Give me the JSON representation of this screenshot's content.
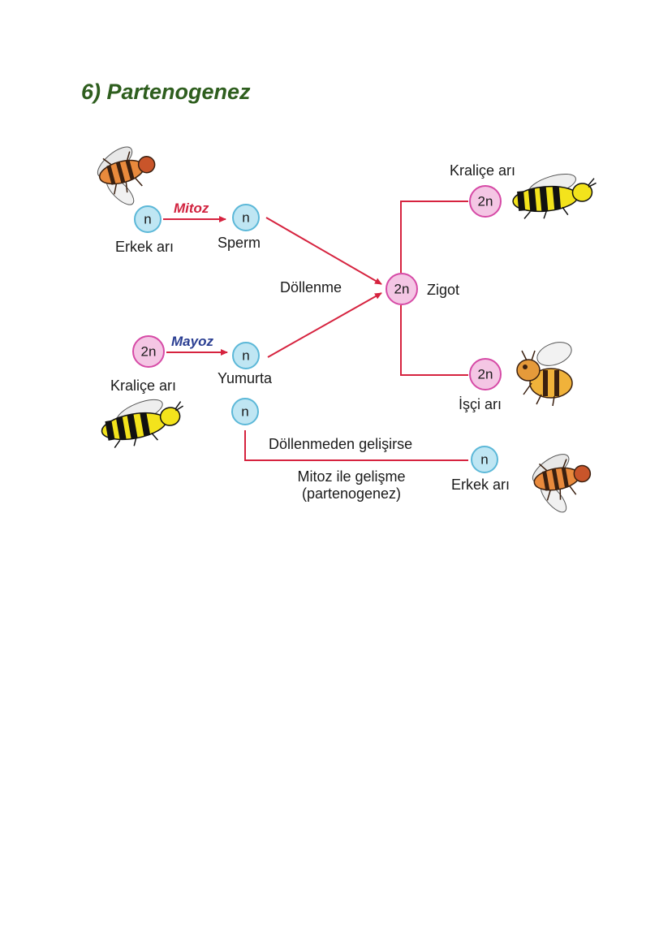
{
  "title": "6) Partenogenez",
  "nodes": {
    "male_bee": {
      "symbol": "n",
      "label": "Erkek arı"
    },
    "sperm": {
      "symbol": "n",
      "label": "Sperm"
    },
    "queen_bee": {
      "symbol": "2n",
      "label": "Kraliçe arı"
    },
    "egg": {
      "symbol": "n",
      "label": "Yumurta"
    },
    "egg_unfertilized": {
      "symbol": "n"
    },
    "zygote": {
      "symbol": "2n",
      "label": "Zigot"
    },
    "queen_offspring": {
      "symbol": "2n",
      "label": "Kraliçe arı"
    },
    "worker_offspring": {
      "symbol": "2n",
      "label": "İşçi arı"
    },
    "male_offspring": {
      "symbol": "n",
      "label": "Erkek arı"
    }
  },
  "edges": {
    "mitoz": "Mitoz",
    "mayoz": "Mayoz",
    "fertilization": "Döllenme",
    "unfertilized": "Döllenmeden gelişirse",
    "parthenogenesis_line1": "Mitoz ile gelişme",
    "parthenogenesis_line2": "(partenogenez)"
  },
  "colors": {
    "title": "#2e5e1e",
    "arrow": "#d6233f",
    "haploid_cell": "#bfe6f3",
    "diploid_cell": "#f4c6e4",
    "mitoz_label": "#d1233f",
    "mayoz_label": "#2a3e92"
  },
  "icons": [
    "drone-bee-icon",
    "queen-bee-icon",
    "worker-bee-icon"
  ]
}
